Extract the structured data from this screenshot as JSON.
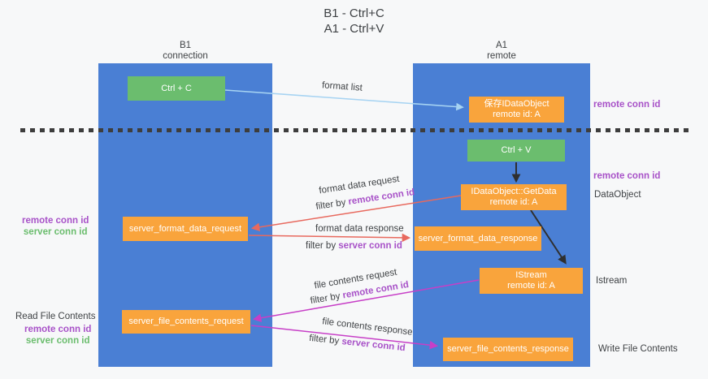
{
  "title": {
    "line1": "B1 - Ctrl+C",
    "line2": "A1 - Ctrl+V"
  },
  "lanes": {
    "b1": {
      "name": "B1",
      "subtitle": "connection"
    },
    "a1": {
      "name": "A1",
      "subtitle": "remote"
    }
  },
  "boxes": {
    "ctrl_c": {
      "label": "Ctrl + C"
    },
    "ctrl_v": {
      "label": "Ctrl + V"
    },
    "save_dataobject": {
      "line1": "保存IDataObject",
      "line2": "remote id: A"
    },
    "getdata": {
      "line1": "IDataObject::GetData",
      "line2": "remote id: A"
    },
    "istream": {
      "line1": "IStream",
      "line2": "remote id: A"
    },
    "server_format_data_request": {
      "label": "server_format_data_request"
    },
    "server_format_data_response": {
      "label": "server_format_data_response"
    },
    "server_file_contents_request": {
      "label": "server_file_contents_request"
    },
    "server_file_contents_response": {
      "label": "server_file_contents_response"
    }
  },
  "arrow_labels": {
    "format_list": "format list",
    "format_data_request": {
      "title": "format data request",
      "filter_prefix": "filter by",
      "filter_key": "remote conn id"
    },
    "format_data_response": {
      "title": "format data response",
      "filter_prefix": "filter by",
      "filter_key": "server conn id"
    },
    "file_contents_request": {
      "title": "file contents request",
      "filter_prefix": "filter by",
      "filter_key": "remote conn id"
    },
    "file_contents_response": {
      "title": "file contents response",
      "filter_prefix": "filter by",
      "filter_key": "server conn id"
    }
  },
  "side_labels": {
    "right_remote_conn_id_top": "remote conn id",
    "right_remote_conn_id_mid": "remote conn id",
    "dataobject": "DataObject",
    "istream": "Istream",
    "write_file_contents": "Write File Contents",
    "left_remote_conn_id_top": "remote conn id",
    "left_server_conn_id_top": "server conn id",
    "read_file_contents": "Read File Contents",
    "left_remote_conn_id_bottom": "remote conn id",
    "left_server_conn_id_bottom": "server conn id"
  },
  "colors": {
    "lane_blue": "#4a7fd4",
    "box_green": "#6bbd6e",
    "box_orange": "#f9a43c",
    "arrow_light_blue": "#a6d3f2",
    "arrow_salmon": "#e8695e",
    "arrow_magenta": "#c73fc7",
    "arrow_black": "#2f2f2f",
    "label_purple": "#a852c8",
    "label_green": "#6bbd6e",
    "background": "#f7f8f9"
  }
}
